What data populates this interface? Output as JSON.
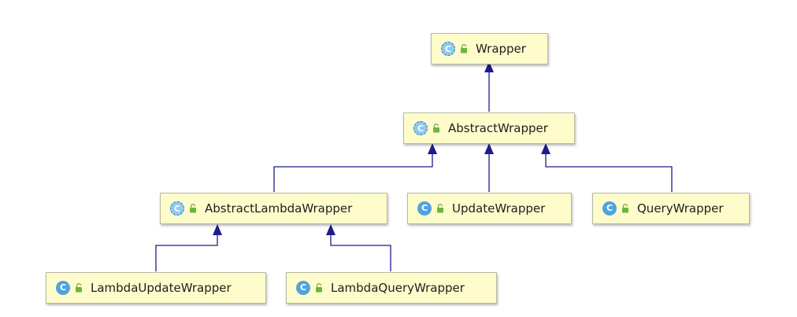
{
  "nodes": {
    "wrapper": {
      "label": "Wrapper",
      "icon": "abstract-class-icon"
    },
    "abstract_wrapper": {
      "label": "AbstractWrapper",
      "icon": "abstract-class-icon"
    },
    "abstract_lambda_wrapper": {
      "label": "AbstractLambdaWrapper",
      "icon": "abstract-class-icon"
    },
    "update_wrapper": {
      "label": "UpdateWrapper",
      "icon": "class-icon"
    },
    "query_wrapper": {
      "label": "QueryWrapper",
      "icon": "class-icon"
    },
    "lambda_update_wrapper": {
      "label": "LambdaUpdateWrapper",
      "icon": "class-icon"
    },
    "lambda_query_wrapper": {
      "label": "LambdaQueryWrapper",
      "icon": "class-icon"
    }
  },
  "icon_letter": "C",
  "colors": {
    "node_fill": "#fffccb",
    "edge": "#1c1c8c",
    "class_icon": "#4fa3df",
    "lock_icon": "#6db33f"
  }
}
